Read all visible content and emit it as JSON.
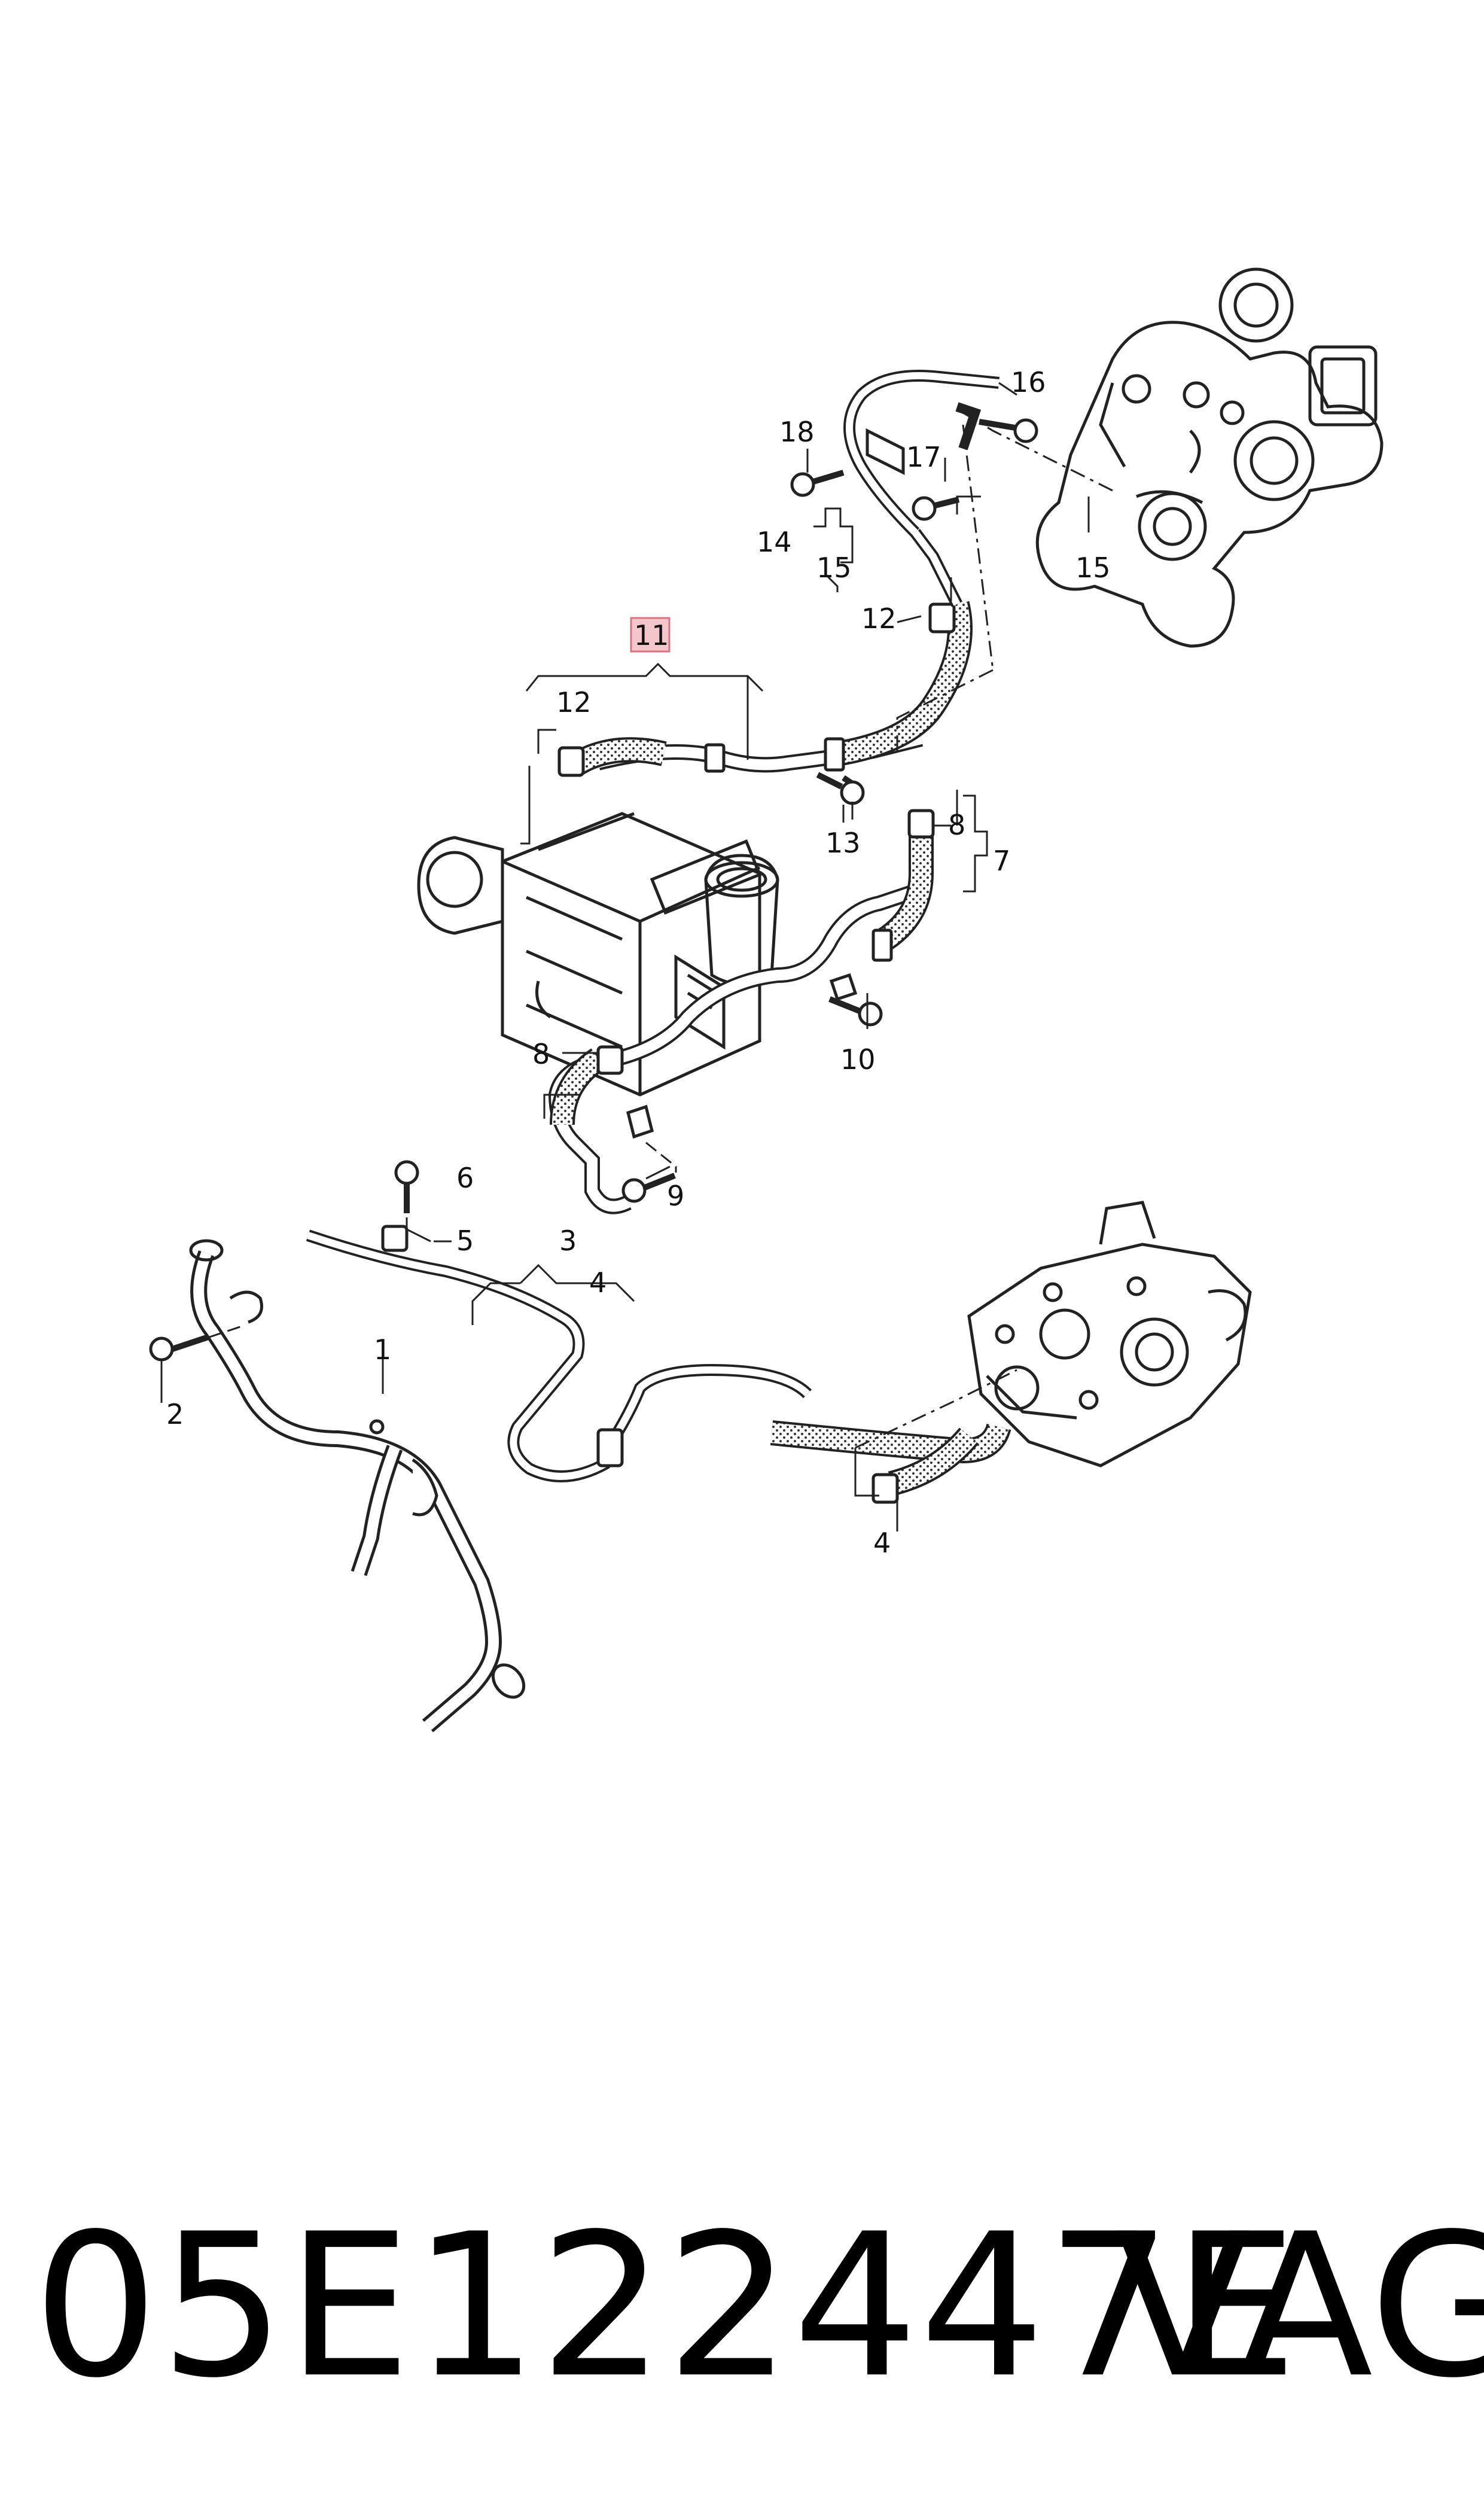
{
  "diagram": {
    "callouts": {
      "c1": "1",
      "c2": "2",
      "c3": "3",
      "c4a": "4",
      "c4b": "4",
      "c5": "5",
      "c6": "6",
      "c7": "7",
      "c8a": "8",
      "c8b": "8",
      "c9": "9",
      "c10": "10",
      "c11": "11",
      "c12a": "12",
      "c12b": "12",
      "c13": "13",
      "c14": "14",
      "c15a": "15",
      "c15b": "15",
      "c16": "16",
      "c17": "17",
      "c18": "18"
    },
    "highlight_color": "#f3c6cc",
    "highlight_border": "#d9737f"
  },
  "footer": {
    "part_number": "05E122447E",
    "brand": "VAG"
  }
}
